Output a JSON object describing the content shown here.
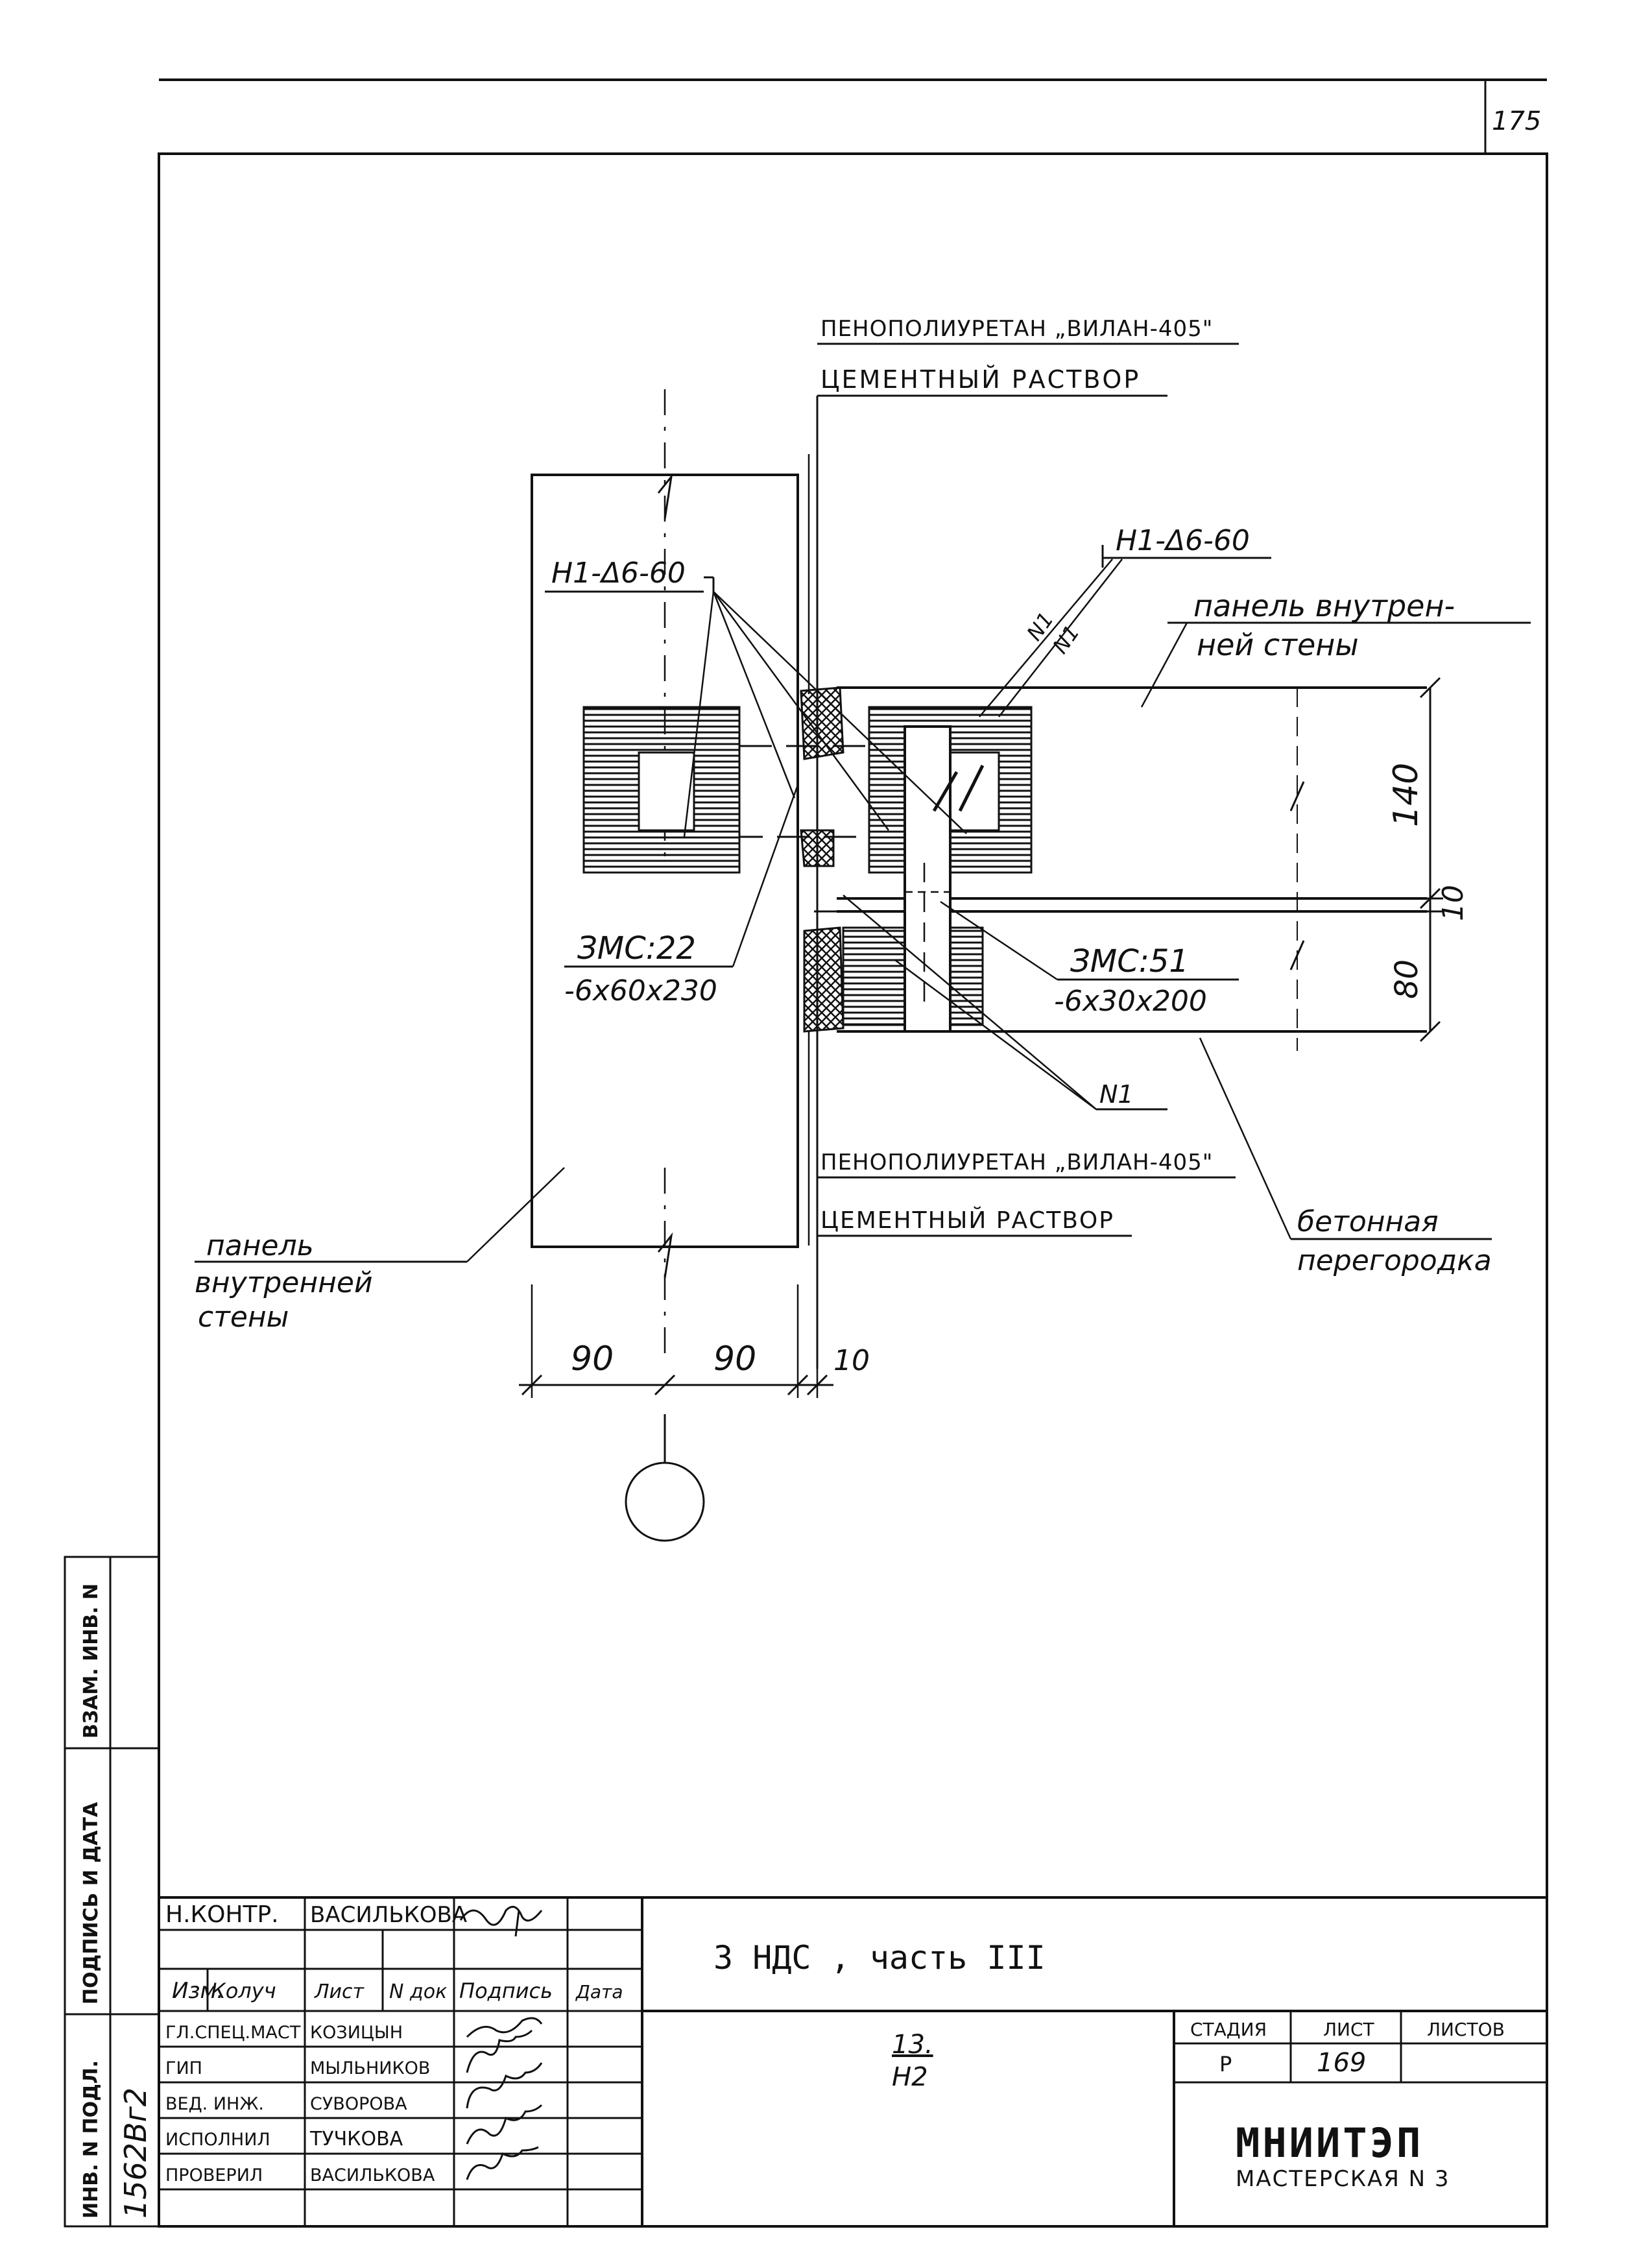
{
  "sheet_number": "175",
  "callouts": {
    "foam_top": "ПЕНОПОЛИУРЕТАН „ВИЛАН-405\"",
    "mortar_top": "ЦЕМЕНТНЫЙ РАСТВОР",
    "anchor_left": "Н1-Δ6-60",
    "anchor_right": "Н1-Δ6-60",
    "panel_right_line1": "панель внутрен-",
    "panel_right_line2": "ней стены",
    "n1_a": "N1",
    "n1_b": "N1",
    "n1_c": "N1",
    "zmc22_top": "ЗМС:22",
    "zmc22_bottom": "-6х60х230",
    "zmc51_top": "ЗМС:51",
    "zmc51_bottom": "-6х30х200",
    "foam_bottom": "ПЕНОПОЛИУРЕТАН „ВИЛАН-405\"",
    "mortar_bottom": "ЦЕМЕНТНЫЙ РАСТВОР",
    "partition_line1": "бетонная",
    "partition_line2": "перегородка",
    "panel_left_line1": "панель",
    "panel_left_line2": "внутренней",
    "panel_left_line3": "стены"
  },
  "dimensions": {
    "d140": "140",
    "d10_right": "10",
    "d80": "80",
    "d90_left": "90",
    "d90_right": "90",
    "d10_bottom": "10"
  },
  "side_stamp": {
    "inv_vzam": "ВЗАМ. ИНВ. N",
    "podpis_data": "ПОДПИСЬ И ДАТА",
    "inv_podl": "ИНВ. N ПОДЛ.",
    "inv_value": "1562Вг2"
  },
  "title_block": {
    "title": "3 НДС , часть III",
    "code_top": "13.",
    "code_bottom": "Н2",
    "header_izm": "Изм.",
    "header_kol": "Колуч",
    "header_list": "Лист",
    "header_ndok": "N док",
    "header_podpis": "Подпись",
    "header_data": "Дата",
    "stage_label": "СТАДИЯ",
    "sheet_label": "ЛИСТ",
    "sheets_label": "ЛИСТОВ",
    "stage_value": "Р",
    "sheet_value": "169",
    "org_name": "МНИИТЭП",
    "org_dept": "МАСТЕРСКАЯ N 3",
    "roles": [
      {
        "role": "Н.КОНТР.",
        "name": "ВАСИЛЬКОВА"
      },
      {
        "role": "ГЛ.СПЕЦ.МАСТ",
        "name": "КОЗИЦЫН"
      },
      {
        "role": "ГИП",
        "name": "МЫЛЬНИКОВ"
      },
      {
        "role": "ВЕД. ИНЖ.",
        "name": "СУВОРОВА"
      },
      {
        "role": "ИСПОЛНИЛ",
        "name": "ТУЧКОВА"
      },
      {
        "role": "ПРОВЕРИЛ",
        "name": "ВАСИЛЬКОВА"
      }
    ]
  }
}
